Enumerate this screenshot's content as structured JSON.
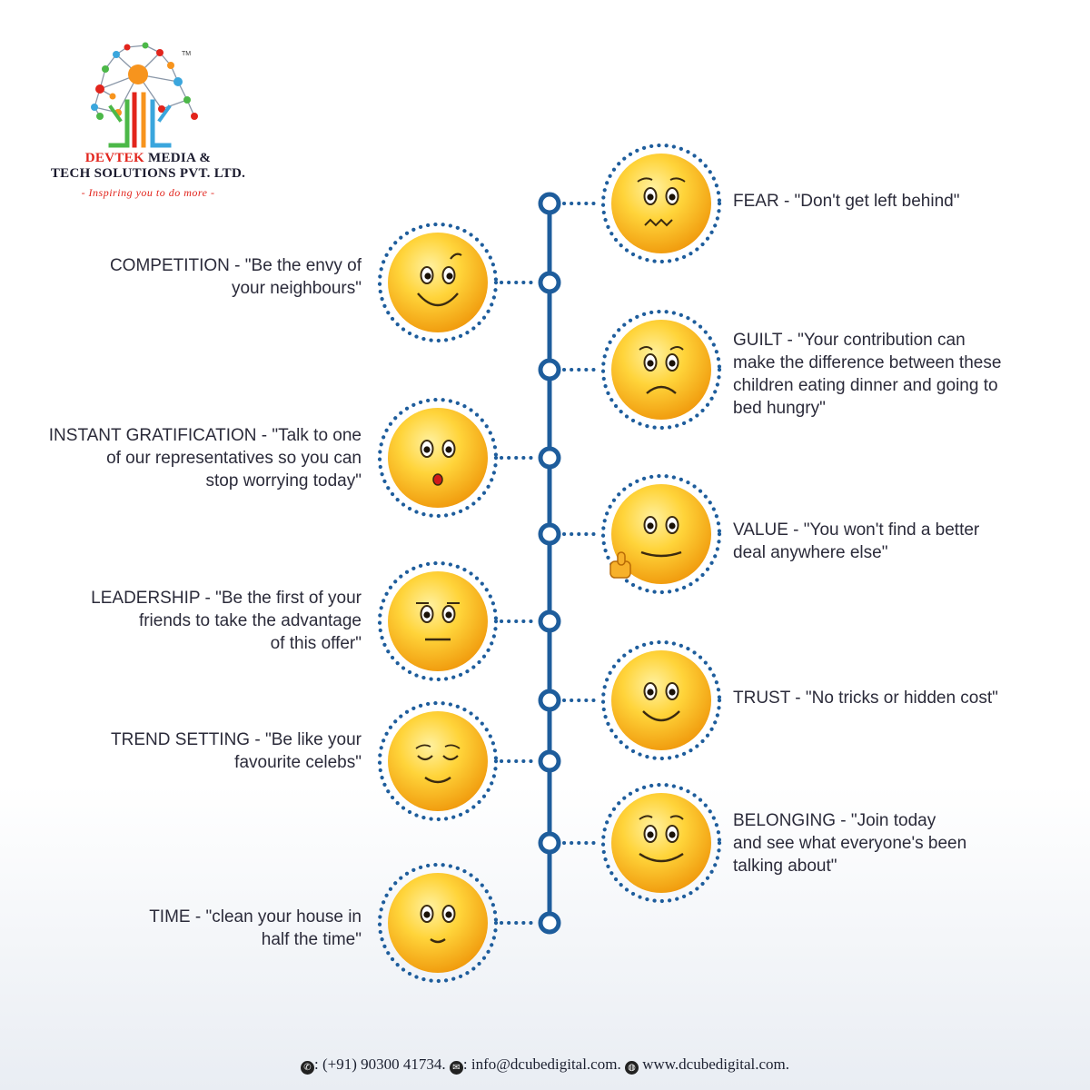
{
  "brand": {
    "name_red": "DEVTEK",
    "name_rest": " MEDIA &",
    "line2": "TECH  SOLUTIONS PVT. LTD.",
    "tagline": "- Inspiring you to do more -",
    "tm": "TM"
  },
  "colors": {
    "timeline": "#1e5d9c",
    "dots": "#1e5d9c",
    "face_light": "#ffe066",
    "face_dark": "#f2a10f",
    "brand_red": "#e2241c"
  },
  "items": [
    {
      "side": "right",
      "title": "FEAR",
      "quote": "\"Don't get left behind\"",
      "lines": [
        "FEAR - \"Don't get left behind\""
      ],
      "face": "fear-face-icon"
    },
    {
      "side": "left",
      "title": "COMPETITION",
      "quote": "\"Be the envy of your neighbours\"",
      "lines": [
        "COMPETITION - \"Be the envy of",
        "your neighbours\""
      ],
      "face": "wink-face-icon"
    },
    {
      "side": "right",
      "title": "GUILT",
      "quote": "\"Your contribution can make the difference between these children eating dinner and going to bed hungry\"",
      "lines": [
        "GUILT - \"Your contribution can",
        "make the difference between these",
        "children eating dinner and going to",
        "bed hungry\""
      ],
      "face": "sad-face-icon"
    },
    {
      "side": "left",
      "title": "INSTANT GRATIFICATION",
      "quote": "\"Talk to one of our representatives so you can stop worrying today\"",
      "lines": [
        "INSTANT GRATIFICATION - \"Talk to one",
        "of our representatives so you can",
        "stop worrying today\""
      ],
      "face": "surprised-face-icon"
    },
    {
      "side": "right",
      "title": "VALUE",
      "quote": "\"You won't find a better deal anywhere else\"",
      "lines": [
        "VALUE - \"You won't find a better",
        "deal anywhere else\""
      ],
      "face": "thumbs-up-face-icon"
    },
    {
      "side": "left",
      "title": "LEADERSHIP",
      "quote": "\"Be the first of your friends to take the advantage of this offer\"",
      "lines": [
        "LEADERSHIP - \"Be the first of your",
        "friends to take the advantage",
        "of this offer\""
      ],
      "face": "neutral-face-icon"
    },
    {
      "side": "right",
      "title": "TRUST",
      "quote": "\"No tricks or hidden cost\"",
      "lines": [
        "TRUST - \"No tricks or hidden cost\""
      ],
      "face": "smile-face-icon"
    },
    {
      "side": "left",
      "title": "TREND SETTING",
      "quote": "\"Be like your favourite celebs\"",
      "lines": [
        "TREND SETTING - \"Be like your",
        "favourite celebs\""
      ],
      "face": "content-face-icon"
    },
    {
      "side": "right",
      "title": "BELONGING",
      "quote": "\"Join today and see what everyone's been talking about\"",
      "lines": [
        "BELONGING - \"Join today",
        "and see what everyone's been",
        "talking about\""
      ],
      "face": "grin-face-icon"
    },
    {
      "side": "left",
      "title": "TIME",
      "quote": "\"clean your house in half the time\"",
      "lines": [
        "TIME - \"clean your house in",
        "half the time\""
      ],
      "face": "small-smile-face-icon"
    }
  ],
  "footer": {
    "phone": ": (+91) 90300 41734.",
    "email": ": info@dcubedigital.com.",
    "website": "www.dcubedigital.com.",
    "phone_icon": "whatsapp-icon",
    "email_icon": "email-icon",
    "web_icon": "globe-icon"
  }
}
